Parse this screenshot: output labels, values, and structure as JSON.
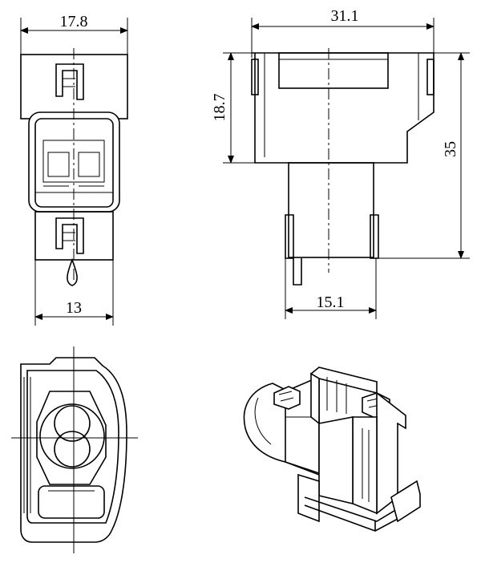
{
  "dimensions": {
    "front_width": "17.8",
    "front_lower_width": "13",
    "side_width": "31.1",
    "side_upper_height": "18.7",
    "side_total_height": "35",
    "side_lower_width": "15.1"
  },
  "colors": {
    "line": "#000000",
    "background": "#ffffff"
  }
}
